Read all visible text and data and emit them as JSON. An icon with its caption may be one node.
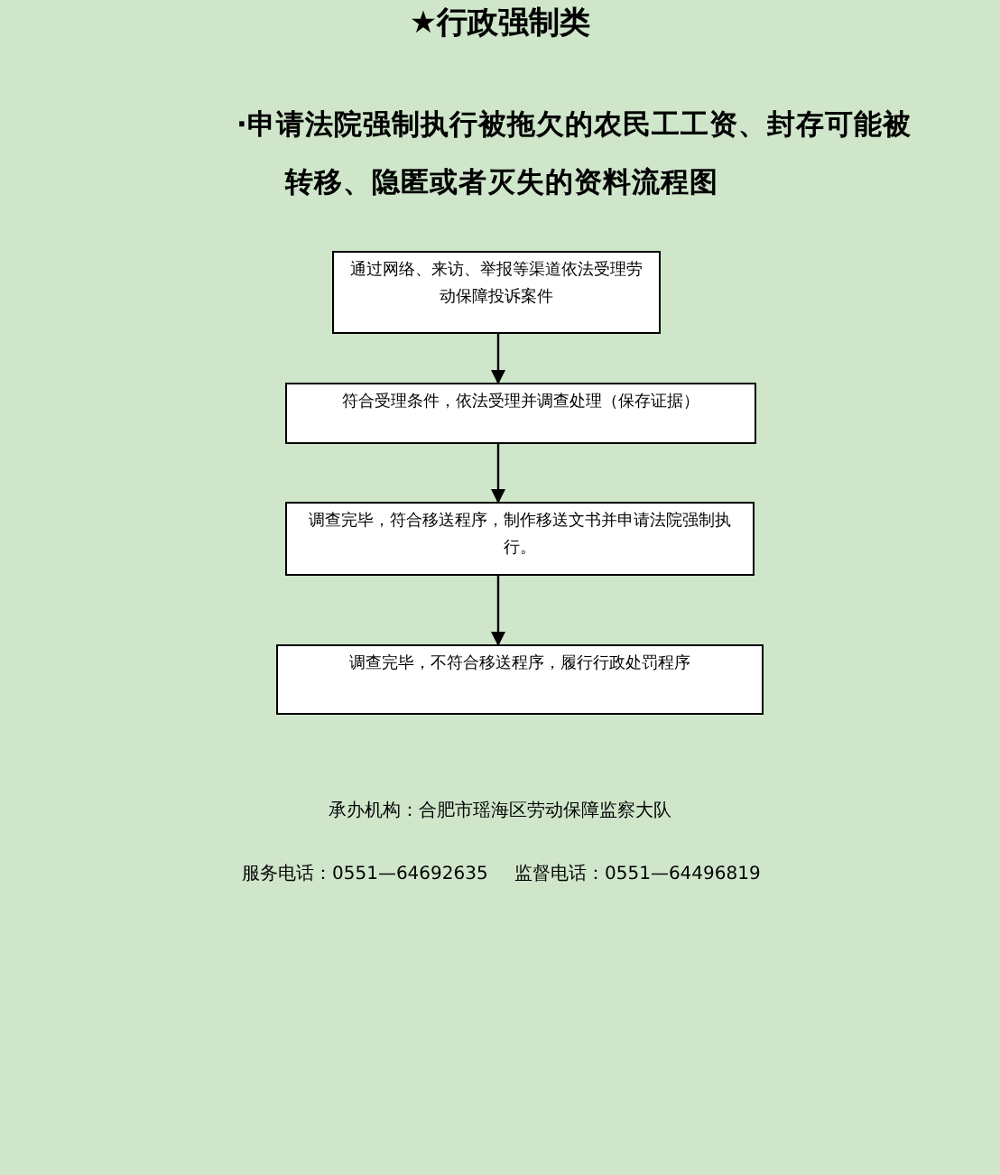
{
  "diagram": {
    "title": "★行政强制类",
    "nodes": [
      {
        "text": [
          "通过网络、来访、举报等渠道依法受理劳动保障投诉案件"
        ]
      },
      {
        "text": [
          "符合受理条件，依法受理并调查处理（保存证据）"
        ]
      },
      {
        "text": [
          "调查完毕，符合移送程序，制作移送文书并申请法院强制执行。"
        ]
      },
      {
        "text": [
          "调查完毕，不符合移送程序，履行行政处罚程序"
        ]
      }
    ],
    "edges": [
      {
        "from": 0,
        "to": 1,
        "arrow": "to"
      },
      {
        "from": 1,
        "to": 2,
        "arrow": "to"
      },
      {
        "from": 2,
        "to": 3,
        "arrow": "to"
      }
    ],
    "labels": [
      "·申请法院强制执行被拖欠的农民工工资、封存可能被转移、隐匿或者灭失的资料流程图",
      "承办机构：合肥市瑶海区劳动保障监察大队",
      "服务电话：0551—64692635",
      "监督电话：0551—64496819"
    ]
  }
}
